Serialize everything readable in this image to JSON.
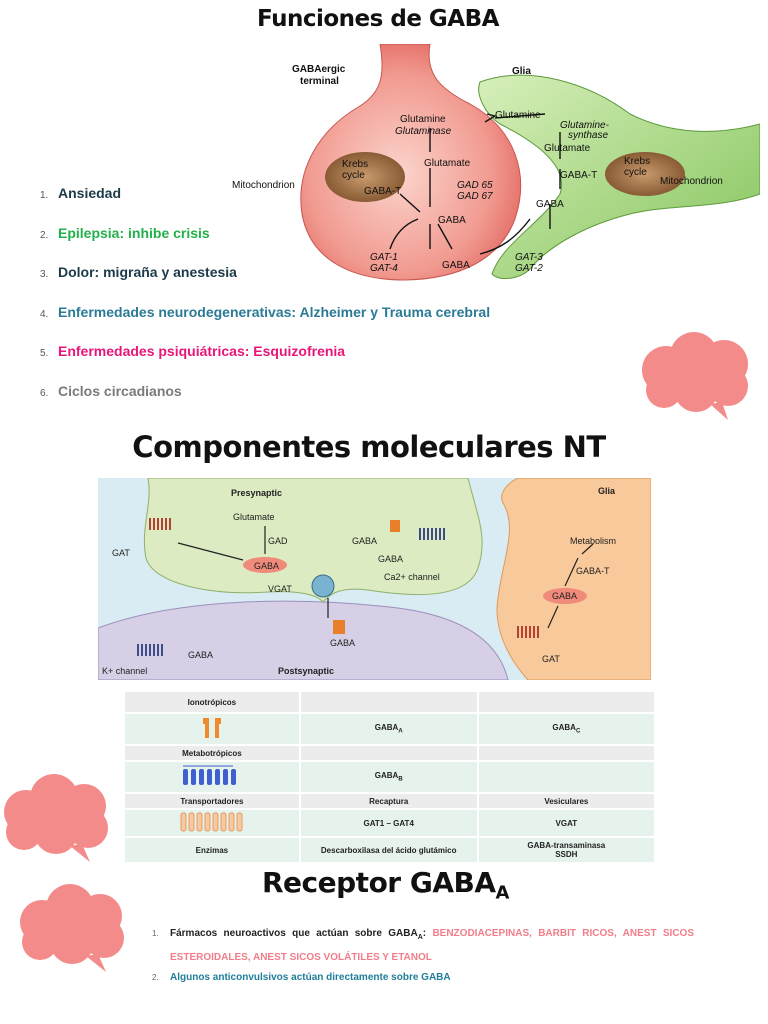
{
  "titles": {
    "funciones": "Funciones de GABA",
    "componentes": "Componentes moleculares NT",
    "receptor_main": "Receptor GABA",
    "receptor_sub": "A"
  },
  "funciones_list": [
    {
      "num": "1.",
      "text": "Ansiedad",
      "color": "#1d3a4a"
    },
    {
      "num": "2.",
      "text": "Epilepsia: inhibe crisis",
      "color": "#21b04a"
    },
    {
      "num": "3.",
      "text": "Dolor:  migraña y anestesia",
      "color": "#1d3a4a"
    },
    {
      "num": "4.",
      "text": "Enfermedades neurodegenerativas: Alzheimer y Trauma cerebral",
      "color": "#2b7a96"
    },
    {
      "num": "5.",
      "text": "Enfermedades psiquiátricas:  Esquizofrenia",
      "color": "#e8157a"
    },
    {
      "num": "6.",
      "text": "Ciclos circadianos",
      "color": "#7a7a7a"
    }
  ],
  "figure1": {
    "gabaergic_terminal": [
      "GABAergic",
      "terminal"
    ],
    "glia": "Glia",
    "glutamine_left": "Glutamine",
    "glutaminase": "Glutaminase",
    "glutamate_left": "Glutamate",
    "krebs_left": [
      "Krebs",
      "cycle"
    ],
    "gaba_t_left": "GABA-T",
    "mitochondrion_left": "Mitochondrion",
    "gad": [
      "GAD 65",
      "GAD 67"
    ],
    "gaba_center": "GABA",
    "gat_left": [
      "GAT-1",
      "GAT-4"
    ],
    "gaba_bottom": "GABA",
    "gat_right": [
      "GAT-3",
      "GAT-2"
    ],
    "glutamine_right": "Glutamine",
    "glutamine_synthase": [
      "Glutamine-",
      "synthase"
    ],
    "glutamate_right": "Glutamate",
    "krebs_right": [
      "Krebs",
      "cycle"
    ],
    "gaba_t_right": "GABA-T",
    "mitochondrion_right": "Mitochondrion",
    "gaba_glia": "GABA"
  },
  "figure2": {
    "presynaptic": "Presynaptic",
    "glia": "Glia",
    "glutamate": "Glutamate",
    "gad": "GAD",
    "gaba_pre": "GABA",
    "gat_left": "GAT",
    "vgat": "VGAT",
    "gaba_a_pre": "GABA",
    "gaba_b_pre": "GABA",
    "ca_channel": "Ca2+ channel",
    "gaba_a_post": "GABA",
    "gaba_b_post": "GABA",
    "k_channel": "K+ channel",
    "postsynaptic": "Postsynaptic",
    "metabolism": "Metabolism",
    "gaba_t": "GABA-T",
    "gaba_glia": "GABA",
    "gat_glia": "GAT"
  },
  "table": {
    "r1": {
      "c1": "Ionotrópicos",
      "c2": "",
      "c3": ""
    },
    "r2": {
      "c2": "GABA",
      "c2sub": "A",
      "c3": "GABA",
      "c3sub": "C"
    },
    "r3": {
      "c1": "Metabotrópicos"
    },
    "r4": {
      "c2": "GABA",
      "c2sub": "B"
    },
    "r5": {
      "c1": "Transportadores",
      "c2": "Recaptura",
      "c3": "Vesiculares"
    },
    "r6": {
      "c2": "GAT1 – GAT4",
      "c3": "VGAT"
    },
    "r7": {
      "c1": "Enzimas",
      "c2": "Descarboxilasa del ácido glutámico",
      "c3a": "GABA-transaminasa",
      "c3b": "SSDH"
    }
  },
  "receptor_list": {
    "item1": {
      "num": "1.",
      "prefix": "Fármacos neuroactivos que actúan sobre GABA",
      "prefix_sub": "A",
      "colon": ":",
      "drugs": "BENZODIACEPINAS, BARBIT RICOS, ANEST SICOS ESTEROIDALES, ANEST SICOS VOLÁTILES Y ETANOL"
    },
    "item2": {
      "num": "2.",
      "text": "Algunos anticonvulsivos actúan directamente sobre GABA"
    }
  },
  "colors": {
    "cloud": "#f48b8b",
    "neuron": "#f07f7b",
    "glia": "#8fcf6a",
    "table_gray": "#ececec",
    "table_mint": "#e5f3ec",
    "pink_text": "#f27d8a",
    "teal_text": "#1f7e99"
  }
}
